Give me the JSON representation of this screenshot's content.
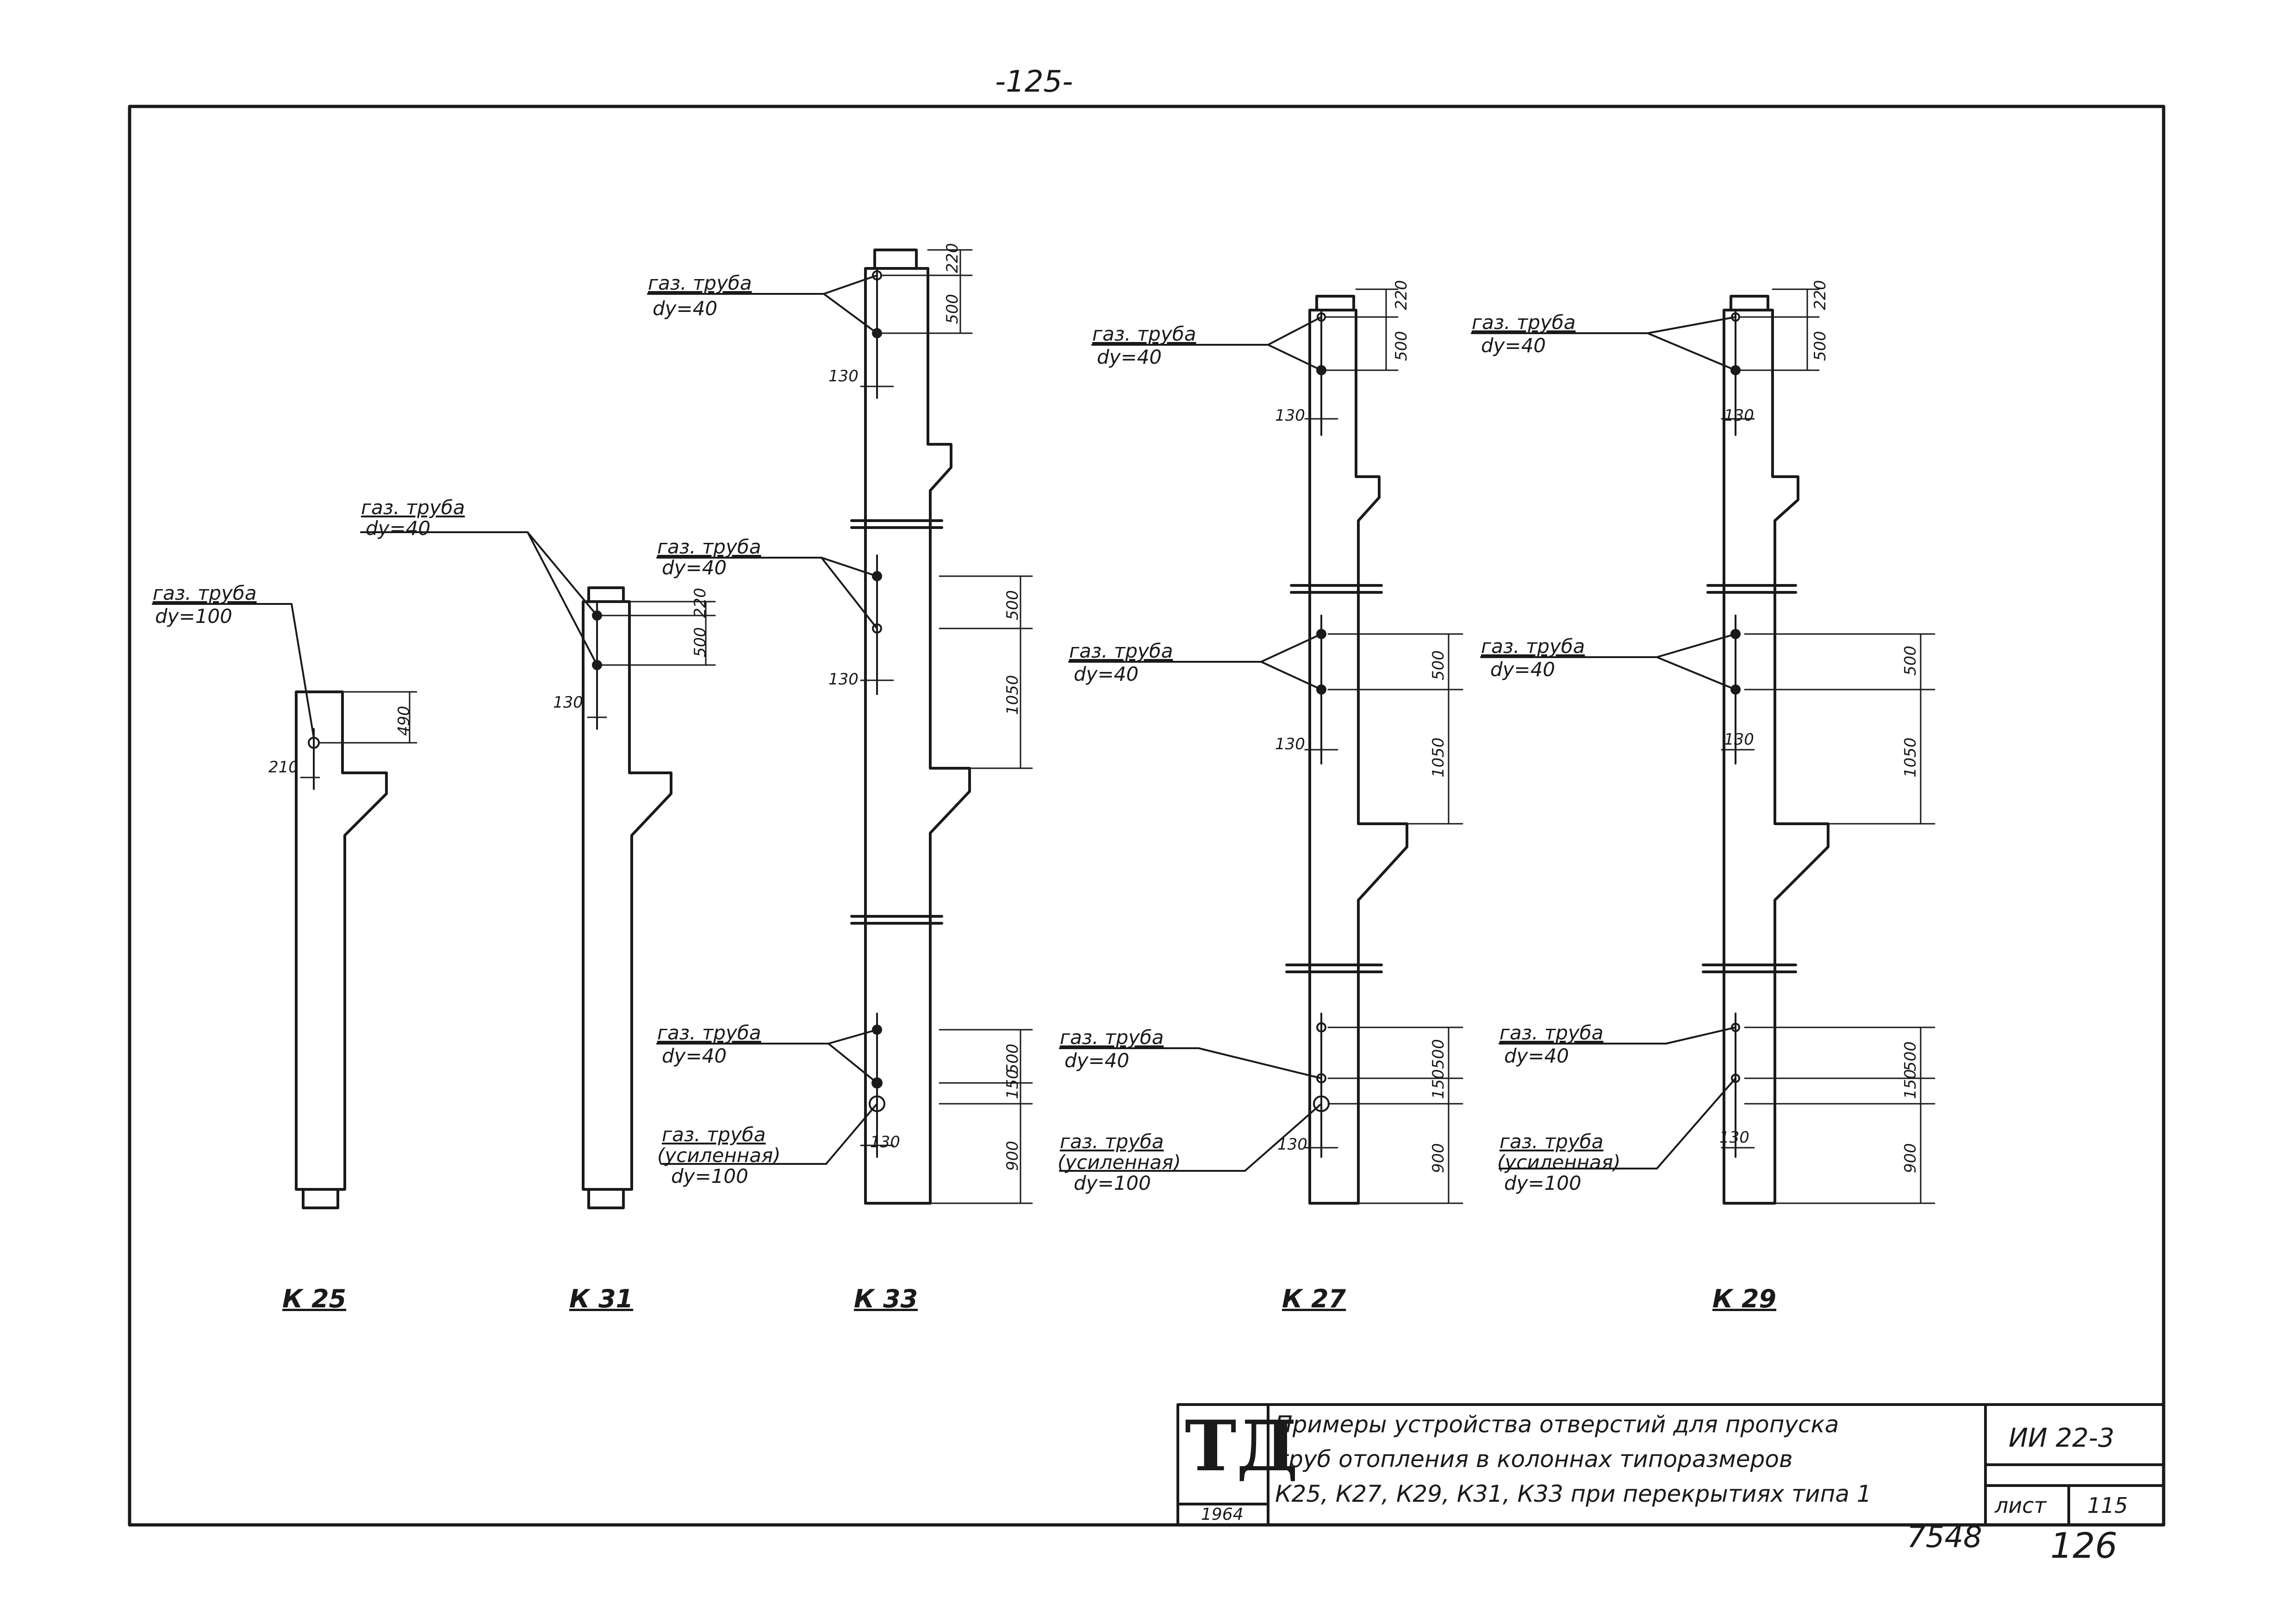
{
  "page_top_number": "-125-",
  "columns": [
    {
      "name": "К 25",
      "pipes": [
        {
          "l1": "газ. труба",
          "l2": "dy=100"
        }
      ],
      "dims": [
        "490",
        "210"
      ]
    },
    {
      "name": "К 31",
      "pipes": [
        {
          "l1": "газ. труба",
          "l2": "dy=40"
        }
      ],
      "dims": [
        "220",
        "500",
        "130"
      ]
    },
    {
      "name": "К 33",
      "pipes": [
        {
          "l1": "газ. труба",
          "l2": "dy=40"
        },
        {
          "l1": "газ. труба",
          "l2": "dy=40"
        },
        {
          "l1": "газ. труба",
          "l2": "dy=40"
        },
        {
          "l1": "газ. труба",
          "l2": "(усиленная)",
          "l3": "dy=100"
        }
      ],
      "dims": [
        "220",
        "500",
        "130",
        "500",
        "130",
        "1050",
        "500",
        "150",
        "900",
        "130"
      ]
    },
    {
      "name": "К 27",
      "pipes": [
        {
          "l1": "газ. труба",
          "l2": "dy=40"
        },
        {
          "l1": "газ. труба",
          "l2": "dy=40"
        },
        {
          "l1": "газ. труба",
          "l2": "dy=40"
        },
        {
          "l1": "газ. труба",
          "l2": "(усиленная)",
          "l3": "dy=100"
        }
      ],
      "dims": [
        "220",
        "500",
        "130",
        "500",
        "130",
        "1050",
        "500",
        "150",
        "900",
        "130"
      ]
    },
    {
      "name": "К 29",
      "pipes": [
        {
          "l1": "газ. труба",
          "l2": "dy=40"
        },
        {
          "l1": "газ. труба",
          "l2": "dy=40"
        },
        {
          "l1": "газ. труба",
          "l2": "dy=40"
        },
        {
          "l1": "газ. труба",
          "l2": "(усиленная)",
          "l3": "dy=100"
        }
      ],
      "dims": [
        "220",
        "500",
        "130",
        "500",
        "130",
        "1050",
        "500",
        "150",
        "900",
        "130"
      ]
    }
  ],
  "title_block": {
    "logo": "ТД",
    "year": "1964",
    "description_lines": [
      "Примеры устройства отверстий для пропуска",
      "труб отопления в колоннах типоразмеров",
      "К25, К27, К29, К31, К33 при перекрытиях типа 1"
    ],
    "code": "ИИ 22-3",
    "sheet_label": "лист",
    "sheet_number": "115"
  },
  "bottom_numbers": {
    "left": "7548",
    "right": "126"
  }
}
